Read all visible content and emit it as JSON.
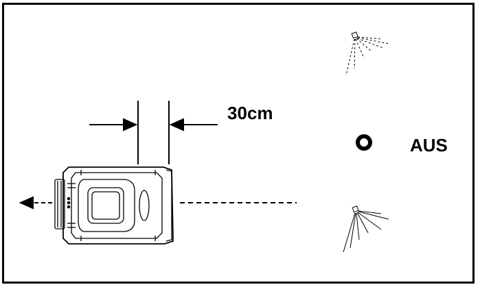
{
  "diagram": {
    "distance_label": "30cm",
    "state_label": "AUS",
    "colors": {
      "line": "#000000",
      "background": "#ffffff"
    },
    "icons": {
      "mower": "robotic-mower-top-view",
      "sprinkler": "sprinkler-icon",
      "state": "off-ring-icon",
      "direction": "arrow-left-icon"
    }
  }
}
